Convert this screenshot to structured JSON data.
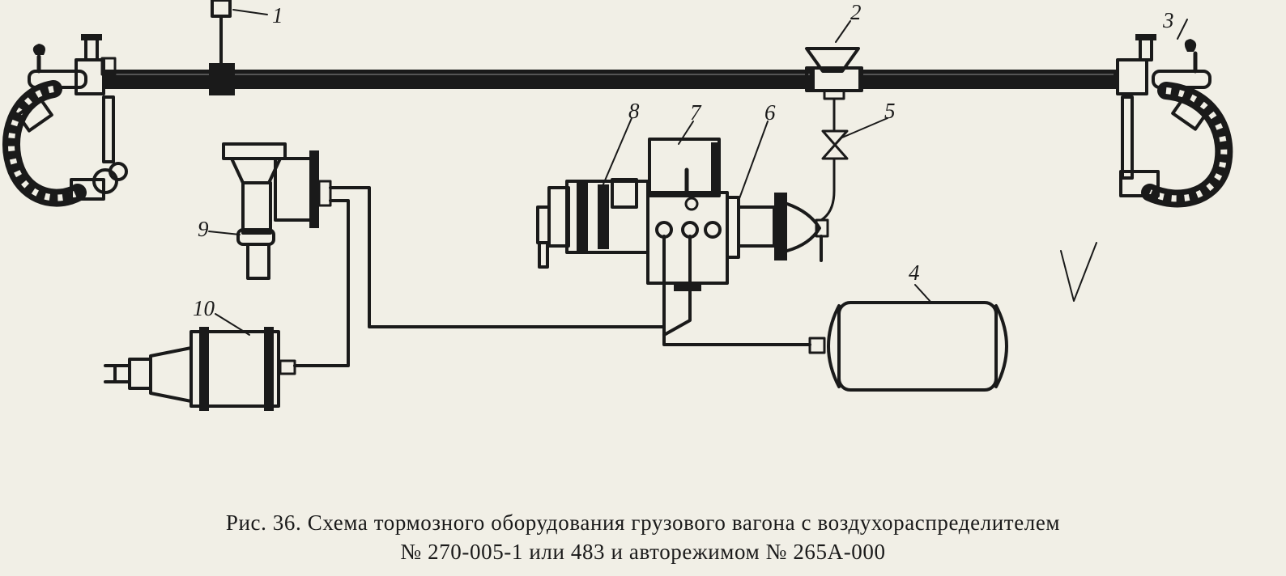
{
  "labels": {
    "l1": "1",
    "l2": "2",
    "l3": "3",
    "l4": "4",
    "l5": "5",
    "l6": "6",
    "l7": "7",
    "l8": "8",
    "l9": "9",
    "l10": "10"
  },
  "caption": {
    "line1": "Рис. 36. Схема тормозного оборудования грузового вагона с воздухораспределителем",
    "line2": "№ 270-005-1 или 483 и авторежимом № 265А-000"
  }
}
